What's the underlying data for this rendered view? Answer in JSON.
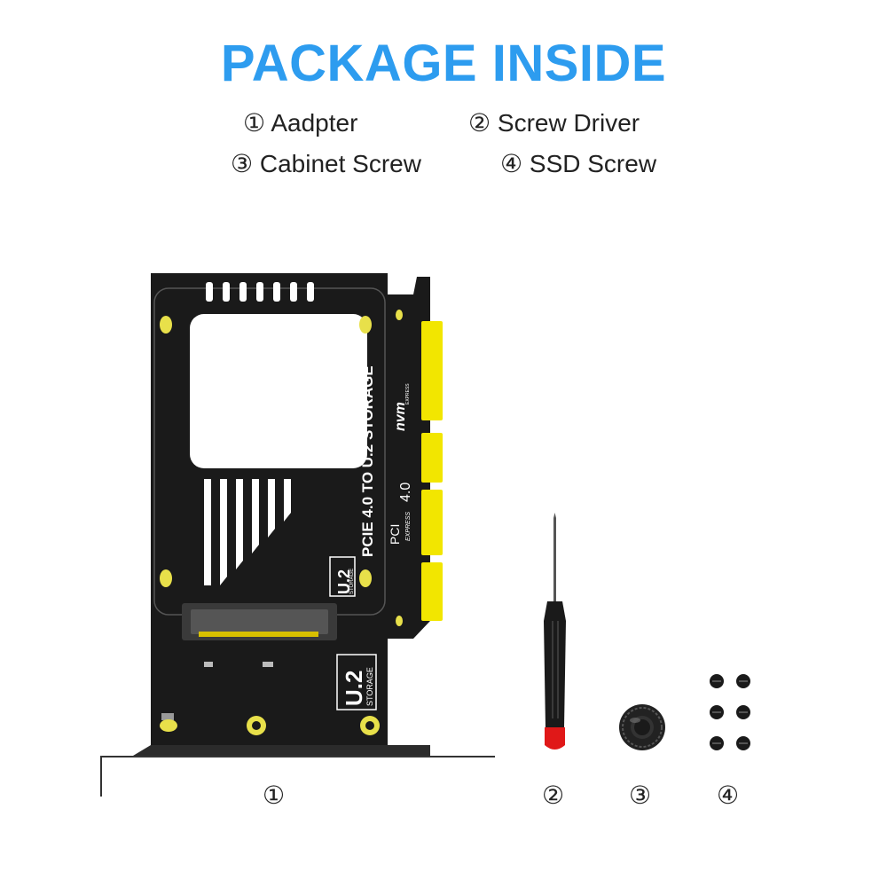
{
  "title": "PACKAGE INSIDE",
  "contents": [
    {
      "num": "①",
      "name": "Aadpter"
    },
    {
      "num": "②",
      "name": "Screw Driver"
    },
    {
      "num": "③",
      "name": "Cabinet Screw"
    },
    {
      "num": "④",
      "name": "SSD Screw"
    }
  ],
  "item_labels": [
    "①",
    "②",
    "③",
    "④"
  ],
  "pcb_text": {
    "main": "PCIE 4.0 TO U.2 STORAGE",
    "badge_big": "U.2",
    "badge_small": "STORAGE",
    "nvm": "nvm",
    "express": "EXPRESS",
    "pci": "PCI",
    "pci_express": "EXPRESS",
    "pci_version": "4.0"
  },
  "colors": {
    "title": "#2d9cef",
    "board": "#1a1a1a",
    "gold": "#f2e600",
    "bracket": "#2b2b2b",
    "driver_tip": "#e01818"
  }
}
